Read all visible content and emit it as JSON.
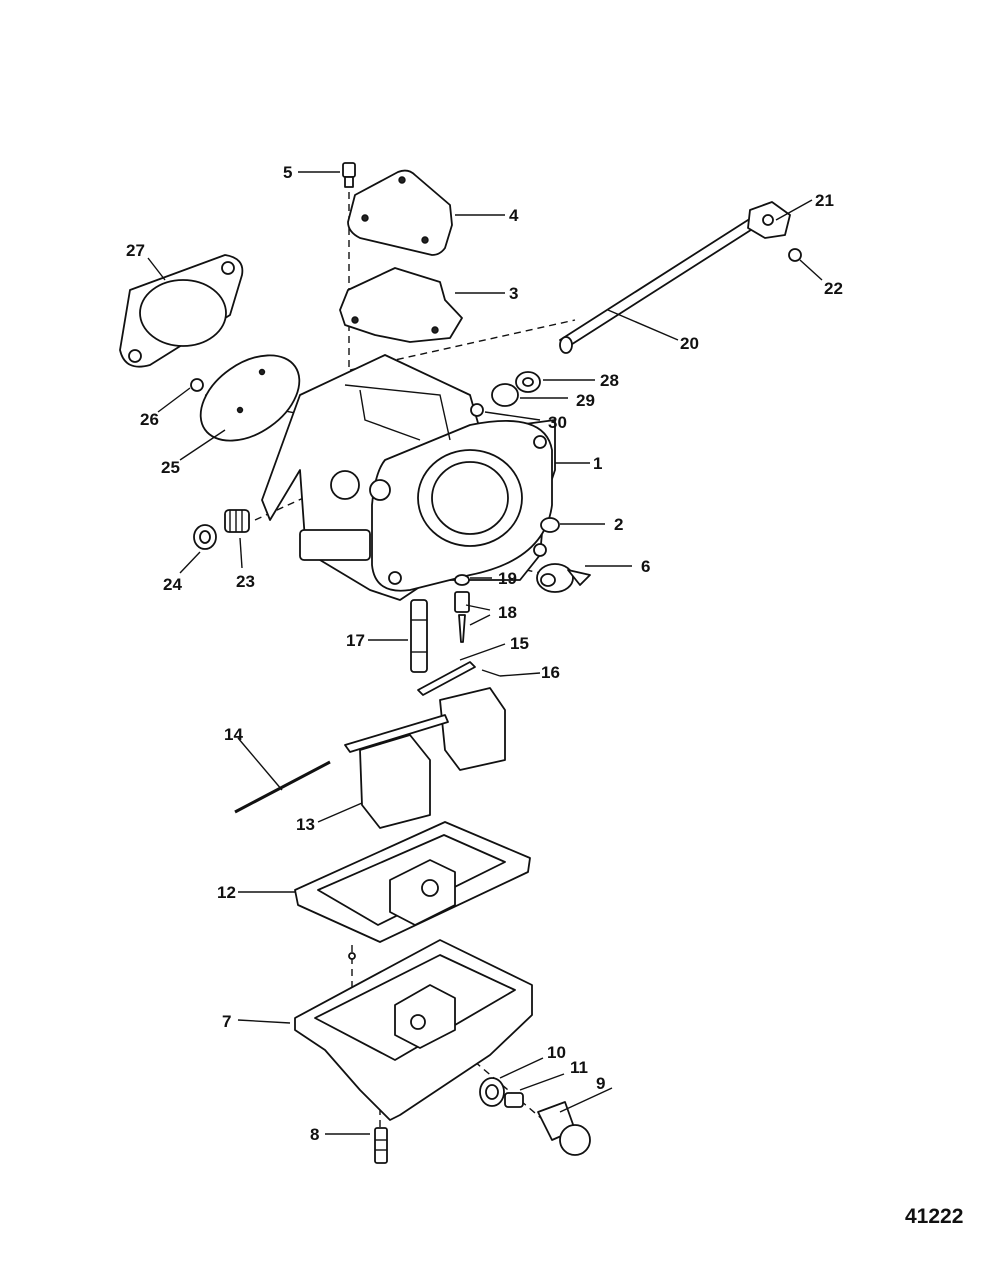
{
  "diagram": {
    "reference_number": "41222",
    "callouts": [
      "1",
      "2",
      "3",
      "4",
      "5",
      "6",
      "7",
      "8",
      "9",
      "10",
      "11",
      "12",
      "13",
      "14",
      "15",
      "16",
      "17",
      "18",
      "19",
      "20",
      "21",
      "22",
      "23",
      "24",
      "25",
      "26",
      "27",
      "28",
      "29",
      "30"
    ]
  }
}
